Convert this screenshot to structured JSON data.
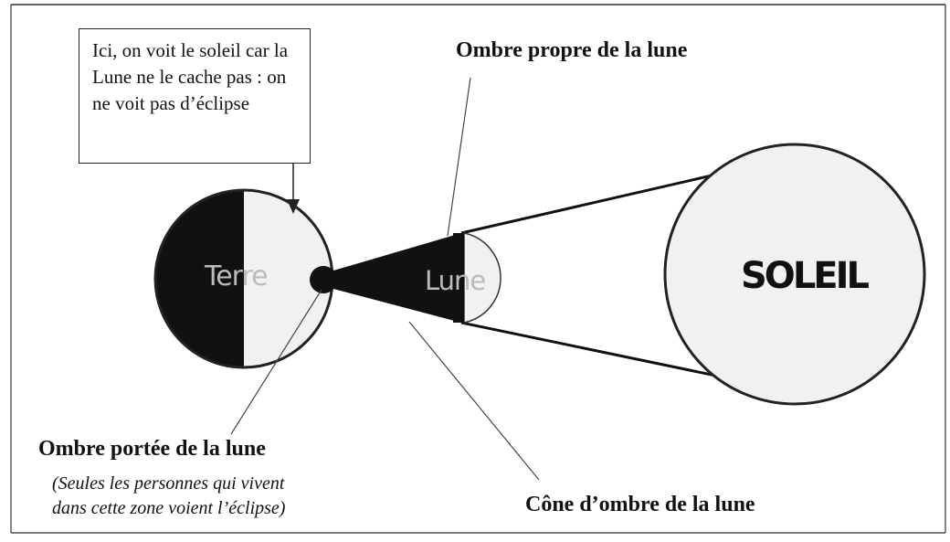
{
  "note": {
    "text": "Ici, on voit le soleil car la Lune ne le cache pas : on ne voit pas d’éclipse"
  },
  "labels": {
    "ombre_propre": "Ombre propre de la lune",
    "ombre_portee": "Ombre portée de la lune",
    "ombre_portee_note_line1": "(Seules les personnes qui vivent",
    "ombre_portee_note_line2": "dans cette zone voient l’éclipse)",
    "cone_ombre": "Cône d’ombre de la lune"
  },
  "bodies": {
    "earth": "Terre",
    "moon": "Lune",
    "sun": "SOLEIL"
  },
  "colors": {
    "shadow": "#111111",
    "lit_surface": "#f1f1f1",
    "outline": "#222222"
  }
}
